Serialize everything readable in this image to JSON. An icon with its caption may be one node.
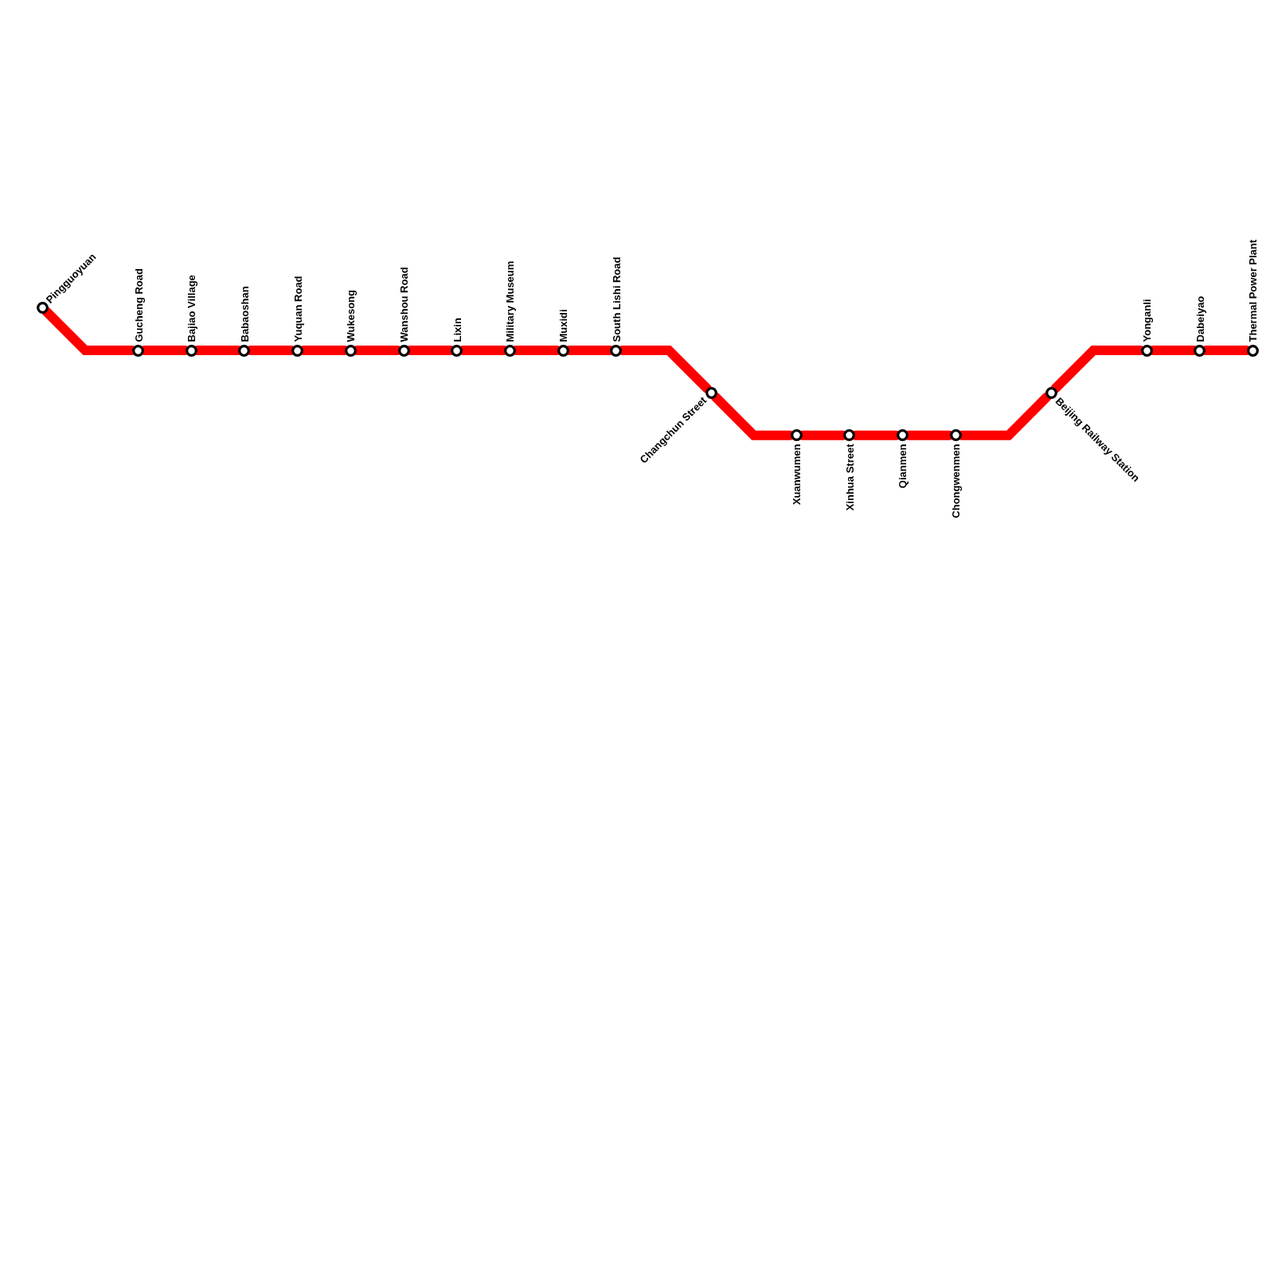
{
  "diagram": {
    "nodes": [
      {
        "text": [],
        "shape": "circle",
        "beside": [
          "Pingguoyuan"
        ]
      },
      {
        "text": [],
        "shape": "circle",
        "beside": [
          "Gucheng Road"
        ]
      },
      {
        "text": [],
        "shape": "circle",
        "beside": [
          "Bajiao Village"
        ]
      },
      {
        "text": [],
        "shape": "circle",
        "beside": [
          "Babaoshan"
        ]
      },
      {
        "text": [],
        "shape": "circle",
        "beside": [
          "Yuquan Road"
        ]
      },
      {
        "text": [],
        "shape": "circle",
        "beside": [
          "Wukesong"
        ]
      },
      {
        "text": [],
        "shape": "circle",
        "beside": [
          "Wanshou Road"
        ]
      },
      {
        "text": [],
        "shape": "circle",
        "beside": [
          "Lixin"
        ]
      },
      {
        "text": [],
        "shape": "circle",
        "beside": [
          "Military Museum"
        ]
      },
      {
        "text": [],
        "shape": "circle",
        "beside": [
          "Muxidi"
        ]
      },
      {
        "text": [],
        "shape": "circle",
        "beside": [
          "South Lishi Road"
        ]
      },
      {
        "text": [],
        "shape": "circle",
        "beside": [
          "Changchun Street"
        ]
      },
      {
        "text": [],
        "shape": "circle",
        "beside": [
          "Xuanwumen"
        ]
      },
      {
        "text": [],
        "shape": "circle",
        "beside": [
          "Xinhua Street"
        ]
      },
      {
        "text": [],
        "shape": "circle",
        "beside": [
          "Qianmen"
        ]
      },
      {
        "text": [],
        "shape": "circle",
        "beside": [
          "Chongwenmen"
        ]
      },
      {
        "text": [],
        "shape": "circle",
        "beside": [
          "Beijing Railway Station"
        ]
      },
      {
        "text": [],
        "shape": "circle",
        "beside": [
          "Yonganli"
        ]
      },
      {
        "text": [],
        "shape": "circle",
        "beside": [
          "Dabeiyao"
        ]
      },
      {
        "text": [],
        "shape": "circle",
        "beside": [
          "Thermal Power Plant"
        ]
      }
    ],
    "edges": [
      {
        "from": 0,
        "to": 1,
        "arrow": "none"
      },
      {
        "from": 1,
        "to": 2,
        "arrow": "none"
      },
      {
        "from": 2,
        "to": 3,
        "arrow": "none"
      },
      {
        "from": 3,
        "to": 4,
        "arrow": "none"
      },
      {
        "from": 4,
        "to": 5,
        "arrow": "none"
      },
      {
        "from": 5,
        "to": 6,
        "arrow": "none"
      },
      {
        "from": 6,
        "to": 7,
        "arrow": "none"
      },
      {
        "from": 7,
        "to": 8,
        "arrow": "none"
      },
      {
        "from": 8,
        "to": 9,
        "arrow": "none"
      },
      {
        "from": 9,
        "to": 10,
        "arrow": "none"
      },
      {
        "from": 10,
        "to": 11,
        "arrow": "none"
      },
      {
        "from": 11,
        "to": 12,
        "arrow": "none"
      },
      {
        "from": 12,
        "to": 13,
        "arrow": "none"
      },
      {
        "from": 13,
        "to": 14,
        "arrow": "none"
      },
      {
        "from": 14,
        "to": 15,
        "arrow": "none"
      },
      {
        "from": 15,
        "to": 16,
        "arrow": "none"
      },
      {
        "from": 16,
        "to": 17,
        "arrow": "none"
      },
      {
        "from": 17,
        "to": 18,
        "arrow": "none"
      },
      {
        "from": 18,
        "to": 19,
        "arrow": "none"
      }
    ]
  }
}
